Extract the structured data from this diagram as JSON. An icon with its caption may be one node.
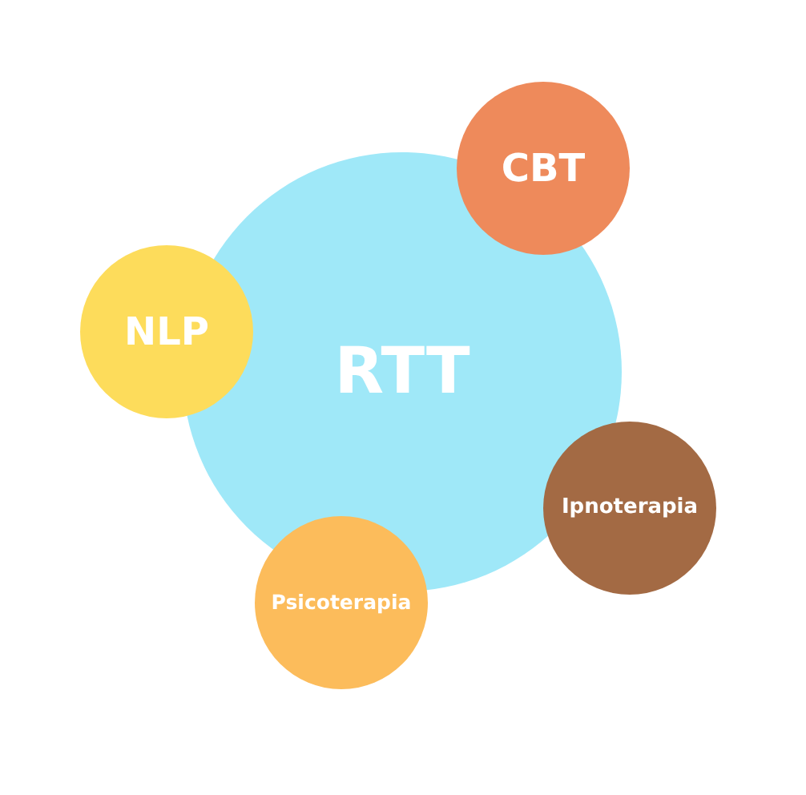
{
  "diagram": {
    "nodes": [
      {
        "text": [
          "RTT"
        ]
      },
      {
        "text": [
          "CBT"
        ]
      },
      {
        "text": [
          "NLP"
        ]
      },
      {
        "text": [
          "Ipnoterapia"
        ]
      },
      {
        "text": [
          "Psicoterapia"
        ]
      }
    ]
  }
}
